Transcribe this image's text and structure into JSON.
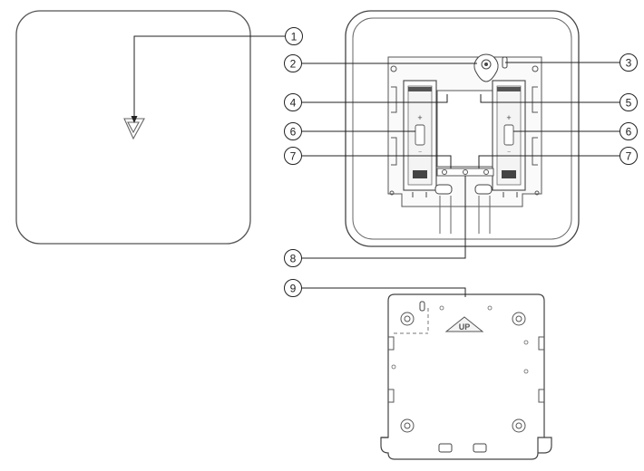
{
  "callouts": [
    {
      "number": "1"
    },
    {
      "number": "2"
    },
    {
      "number": "3"
    },
    {
      "number": "4"
    },
    {
      "number": "5"
    },
    {
      "number": "6"
    },
    {
      "number": "6"
    },
    {
      "number": "7"
    },
    {
      "number": "7"
    },
    {
      "number": "8"
    },
    {
      "number": "9"
    }
  ],
  "battery": {
    "plus": "+",
    "minus": "−"
  },
  "mount_plate": {
    "up_label": "UP"
  },
  "colors": {
    "line": "#333333",
    "light_line": "#777777",
    "fill_light": "#f4f4f4"
  }
}
